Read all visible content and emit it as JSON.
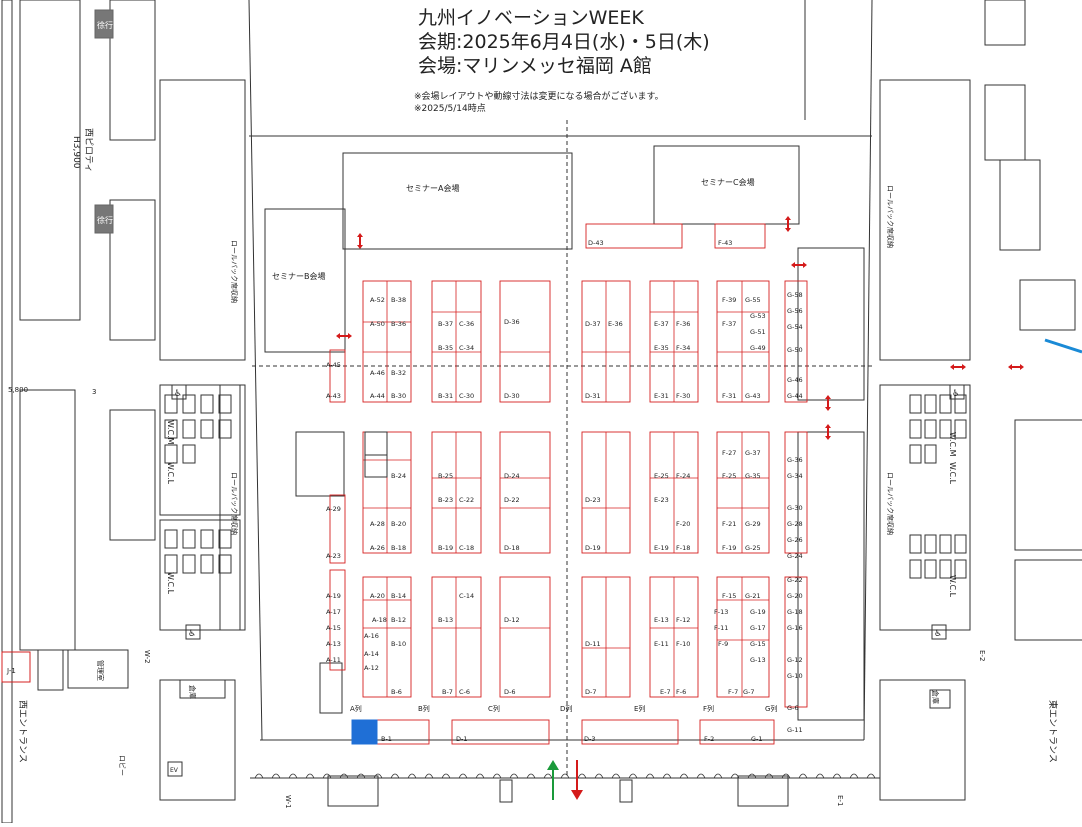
{
  "header": {
    "title": "九州イノベーションWEEK",
    "dates": "会期:2025年6月4日(水)・5日(木)",
    "venue": "会場:マリンメッセ福岡 A館",
    "note1": "※会場レイアウトや動線寸法は変更になる場合がございます。",
    "note2": "※2025/5/14時点"
  },
  "rooms": {
    "seminar_a": "セミナーA会場",
    "seminar_b": "セミナーB会場",
    "seminar_c": "セミナーC会場"
  },
  "labels": {
    "west_pilotis": "西ピロティ",
    "height": "H3,900",
    "roll_storage": "ロールバック席収納",
    "west_entrance": "西エントランス",
    "east_entrance": "東エントランス",
    "lobby": "ロビー",
    "staff1": "徐行",
    "staff2": "徐行",
    "w2": "W-2",
    "w1": "W-1",
    "e2": "E-2",
    "e1": "E-1",
    "j1": "J-1",
    "dim": "5,800",
    "wc_m": "W.C.M",
    "wc_l": "W.C.L",
    "storage": "倉庫",
    "control": "管理室",
    "booth_label": "EV",
    "num3": "3"
  },
  "columns": {
    "A": "A列",
    "B": "B列",
    "C": "C列",
    "D": "D列",
    "E": "E列",
    "F": "F列",
    "G": "G列"
  },
  "booths": [
    "A-52",
    "B-38",
    "A-50",
    "B-36",
    "A-46",
    "B-32",
    "A-44",
    "B-30",
    "A-45",
    "A-43",
    "B-37",
    "C-36",
    "B-35",
    "C-34",
    "B-31",
    "C-30",
    "D-36",
    "D-30",
    "D-37",
    "E-36",
    "D-31",
    "E-37",
    "F-36",
    "E-35",
    "F-34",
    "E-31",
    "F-30",
    "F-39",
    "G-55",
    "F-37",
    "G-53",
    "G-51",
    "G-49",
    "F-31",
    "G-43",
    "G-58",
    "G-56",
    "G-54",
    "G-50",
    "G-46",
    "G-44",
    "D-43",
    "F-43",
    "B-24",
    "A-29",
    "A-28",
    "B-20",
    "A-26",
    "B-18",
    "A-23",
    "B-25",
    "B-23",
    "C-22",
    "B-19",
    "C-18",
    "D-24",
    "D-22",
    "D-18",
    "D-23",
    "D-19",
    "E-25",
    "F-24",
    "E-23",
    "F-20",
    "E-19",
    "F-18",
    "F-27",
    "G-37",
    "F-25",
    "G-35",
    "F-21",
    "G-29",
    "F-19",
    "G-25",
    "G-36",
    "G-34",
    "G-30",
    "G-28",
    "G-26",
    "G-24",
    "A-19",
    "A-17",
    "A-15",
    "A-13",
    "A-11",
    "A-20",
    "B-14",
    "A-18",
    "B-12",
    "A-16",
    "A-14",
    "B-10",
    "A-12",
    "B-6",
    "C-14",
    "B-13",
    "B-7",
    "C-6",
    "D-12",
    "D-6",
    "D-11",
    "D-7",
    "E-13",
    "F-12",
    "E-11",
    "F-10",
    "E-7",
    "F-6",
    "F-15",
    "G-21",
    "F-13",
    "G-19",
    "F-11",
    "G-17",
    "F-9",
    "G-15",
    "G-13",
    "F-7",
    "G-7",
    "G-22",
    "G-20",
    "G-18",
    "G-16",
    "G-12",
    "G-10",
    "G-6",
    "G-11",
    "B-1",
    "D-1",
    "D-3",
    "F-2",
    "G-1"
  ],
  "colors": {
    "booth_stroke": "#d62020",
    "wall": "#333333",
    "highlight_booth": "#1f6fd6",
    "arrow_in": "#1a9a3a",
    "arrow_out": "#d41a1a",
    "accent_blue": "#1a8ad6"
  },
  "icons": [
    "double-arrow-icon",
    "entrance-arrow-icon",
    "exit-arrow-icon",
    "accessible-icon"
  ]
}
